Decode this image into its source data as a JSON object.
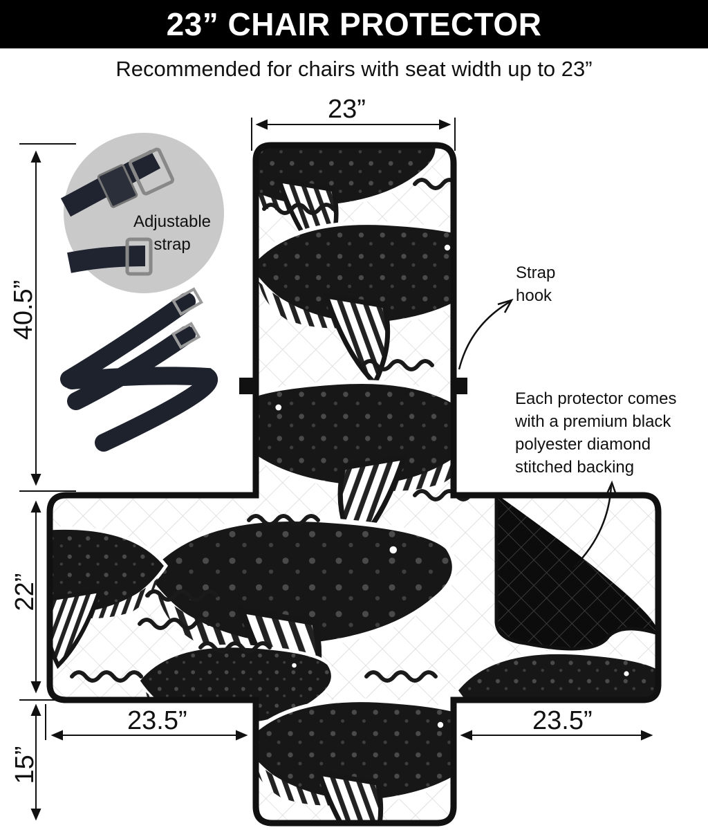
{
  "header": {
    "title": "23” CHAIR PROTECTOR",
    "subtitle": "Recommended for chairs with seat width up to 23”"
  },
  "dimensions": {
    "top_width": "23”",
    "back_height": "40.5”",
    "seat_height": "22”",
    "front_flap": "15”",
    "left_arm": "23.5”",
    "right_arm": "23.5”"
  },
  "callouts": {
    "strap_label": "Adjustable strap",
    "strap_hook_line1": "Strap",
    "strap_hook_line2": "hook",
    "backing_lines": [
      "Each protector comes",
      "with a premium black",
      "polyester diamond",
      "stitched backing"
    ]
  },
  "colors": {
    "banner": "#000000",
    "outline": "#111111",
    "fabric": "#ffffff",
    "quilt": "#d9d9d9",
    "whale": "#161616",
    "backing": "#0d0d0d",
    "strap_circle": "#c9c9c9"
  }
}
